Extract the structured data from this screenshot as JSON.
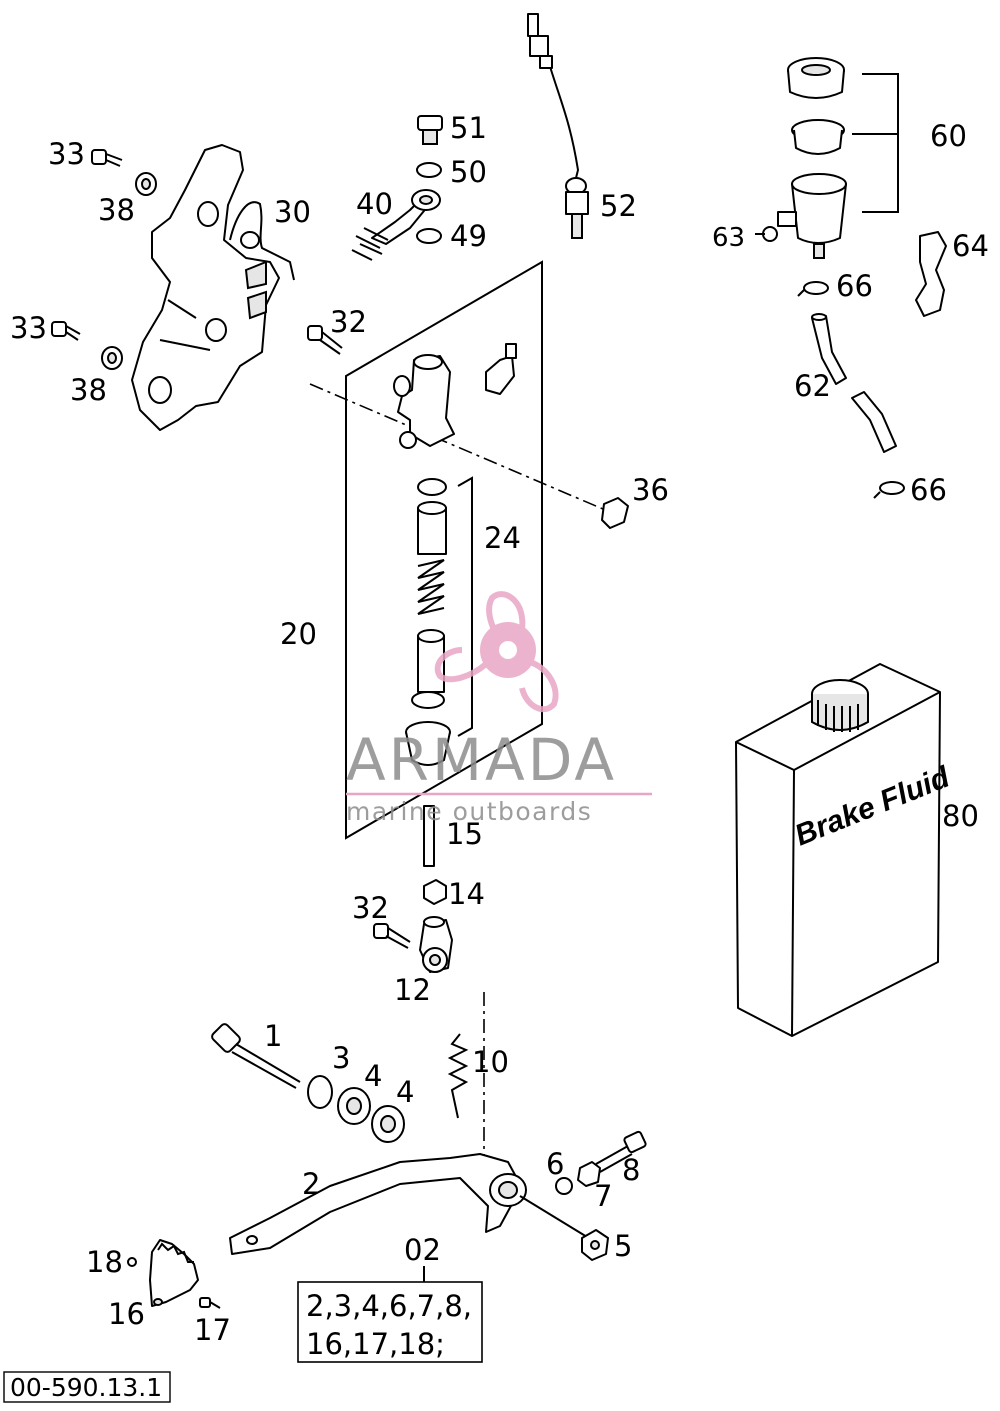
{
  "callouts": {
    "c33a": "33",
    "c38a": "38",
    "c30": "30",
    "c33b": "33",
    "c38b": "38",
    "c51": "51",
    "c50": "50",
    "c40": "40",
    "c49": "49",
    "c52": "52",
    "c60": "60",
    "c63": "63",
    "c64": "64",
    "c66a": "66",
    "c62": "62",
    "c66b": "66",
    "c32a": "32",
    "c36": "36",
    "c24": "24",
    "c20": "20",
    "c15": "15",
    "c14": "14",
    "c32b": "32",
    "c12": "12",
    "c1": "1",
    "c3": "3",
    "c4a": "4",
    "c4b": "4",
    "c10": "10",
    "c2": "2",
    "c6": "6",
    "c7": "7",
    "c8": "8",
    "c5": "5",
    "c18": "18",
    "c16": "16",
    "c17": "17",
    "c02": "02",
    "c80": "80"
  },
  "kit": {
    "line1": "2,3,4,6,7,8,",
    "line2": "16,17,18;"
  },
  "canister_label": "Brake Fluid",
  "drawing_id": "00-590.13.1",
  "watermark": {
    "brand": "ARMADA",
    "subtitle": "marine outboards",
    "brand_color": "#e8a6c6"
  }
}
